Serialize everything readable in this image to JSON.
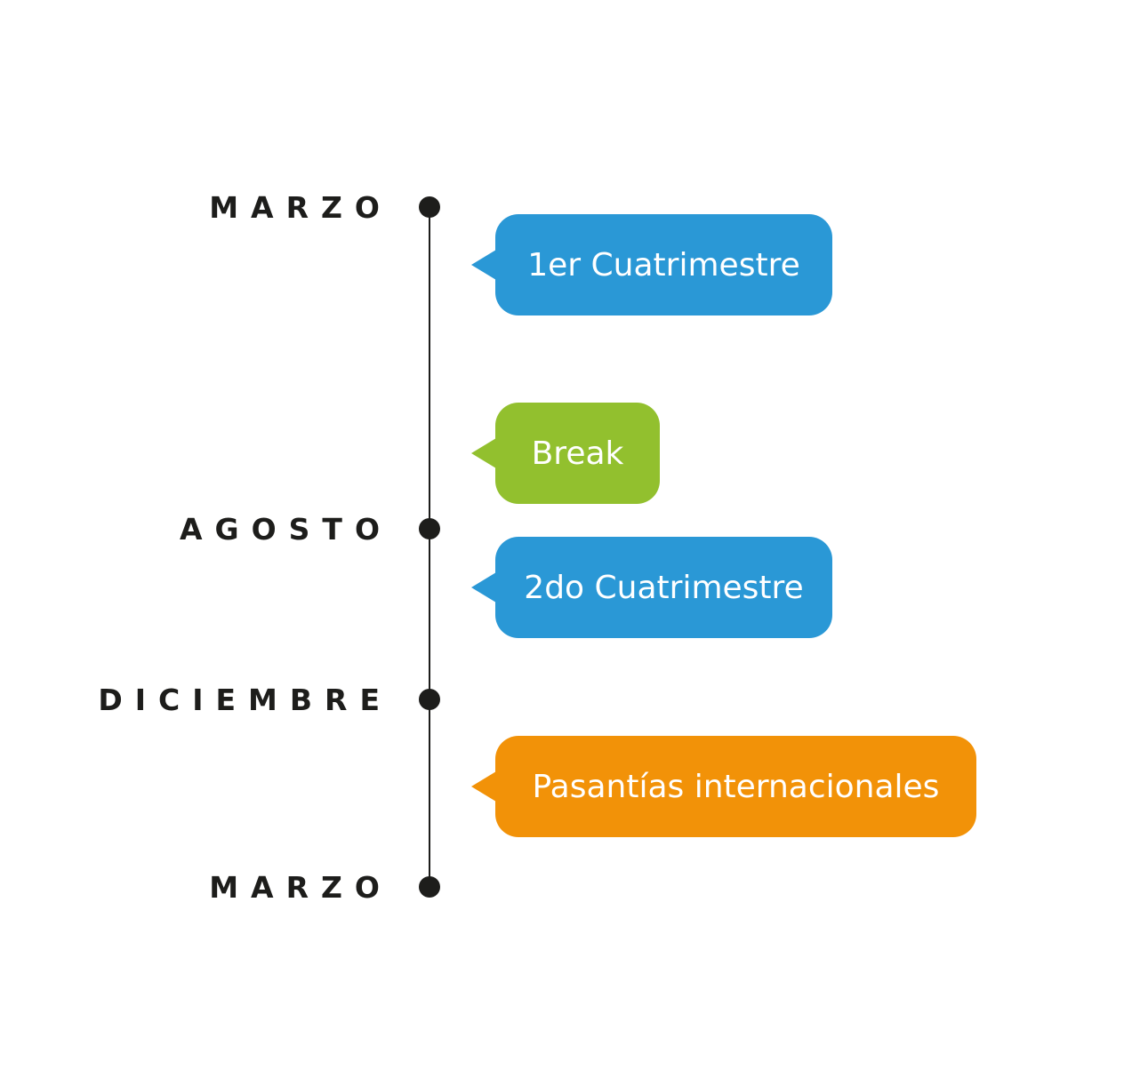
{
  "timeline": {
    "months": [
      "MARZO",
      "AGOSTO",
      "DICIEMBRE",
      "MARZO"
    ],
    "periods": [
      {
        "label": "1er Cuatrimestre",
        "color": "#2a98d6"
      },
      {
        "label": "Break",
        "color": "#92c02e"
      },
      {
        "label": "2do Cuatrimestre",
        "color": "#2a98d6"
      },
      {
        "label": "Pasantías internacionales",
        "color": "#f29208"
      }
    ]
  }
}
